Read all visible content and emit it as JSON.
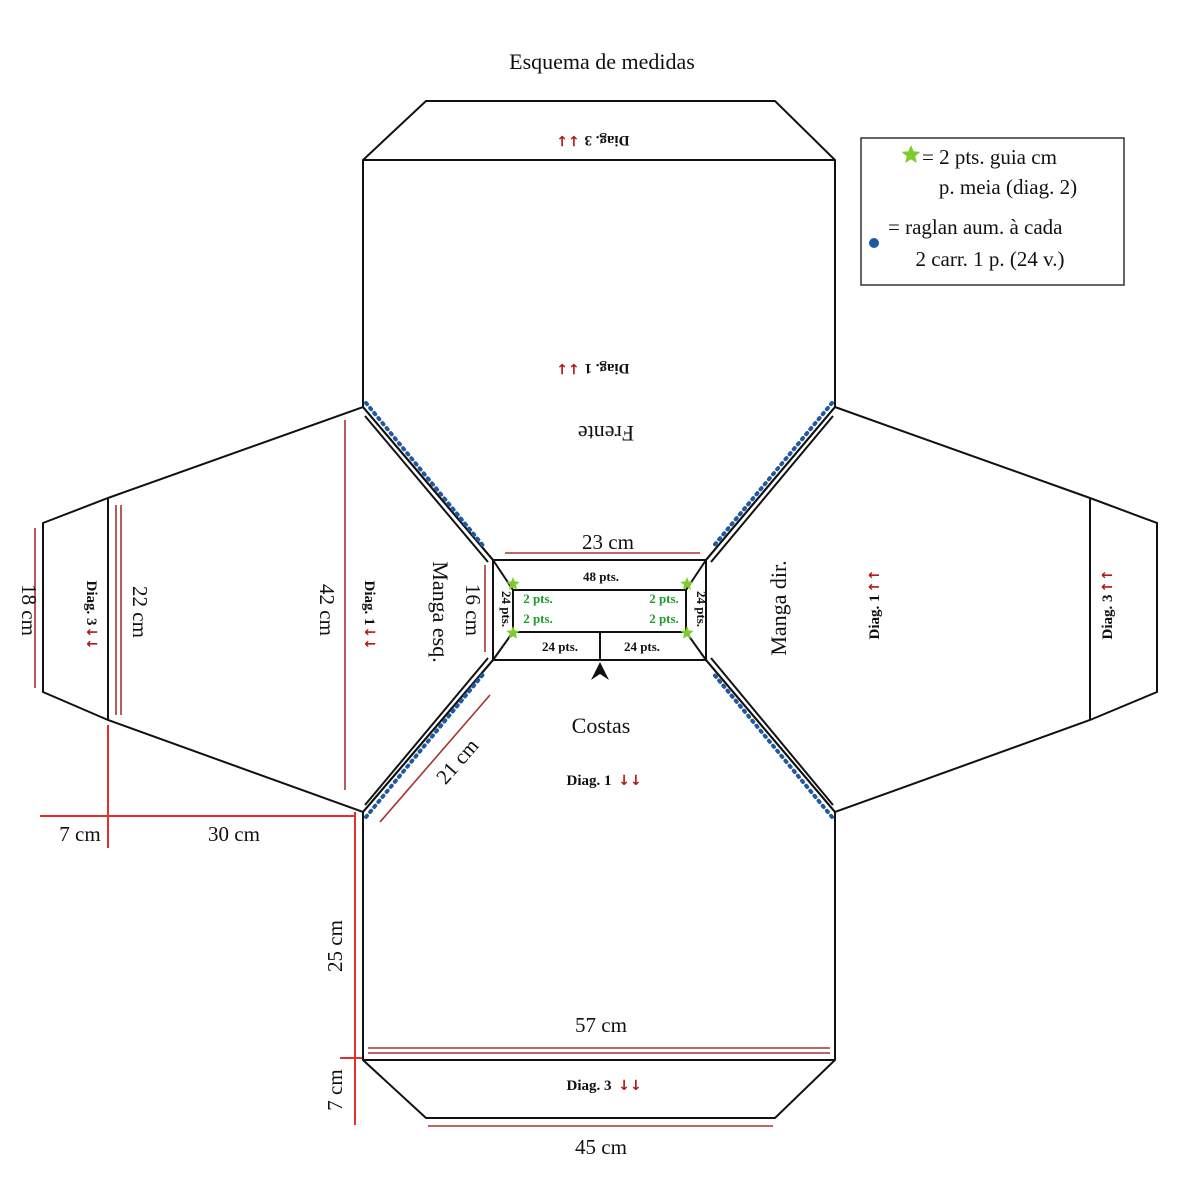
{
  "title": "Esquema de medidas",
  "legend": {
    "star_text_1": "= 2 pts. guia cm",
    "star_text_2": "p. meia (diag. 2)",
    "dot_text_1": "= raglan aum. à cada",
    "dot_text_2": "2 carr. 1 p. (24 v.)",
    "star_color": "#7ccc2a",
    "dot_color": "#1f5aa0"
  },
  "pieces": {
    "front": "Frente",
    "back": "Costas",
    "left_sleeve": "Manga esq.",
    "right_sleeve": "Manga dir."
  },
  "diagrams": {
    "front_top": "Diag. 3",
    "front_mid": "Diag. 1",
    "back_mid": "Diag. 1",
    "back_bottom": "Diag. 3",
    "left_outer": "Diag. 3",
    "left_inner": "Diag. 1",
    "right_inner": "Diag. 1",
    "right_outer": "Diag. 3",
    "arrows_up": "↑↑",
    "arrows_down": "↓↓"
  },
  "neck": {
    "top_pts": "48 pts.",
    "side_pts": "24 pts.",
    "guide_pts": "2 pts.",
    "bottom_left_pts": "24 pts.",
    "bottom_right_pts": "24 pts."
  },
  "measures": {
    "neck_width": "23 cm",
    "neck_height": "16 cm",
    "raglan": "21 cm",
    "sleeve_length": "42 cm",
    "sleeve_cuff_rib": "22 cm",
    "sleeve_cuff": "18 cm",
    "cuff_rib_length": "7 cm",
    "sleeve_body": "30 cm",
    "body_length": "25 cm",
    "body_width": "57 cm",
    "rib_length": "7 cm",
    "rib_width": "45 cm"
  }
}
